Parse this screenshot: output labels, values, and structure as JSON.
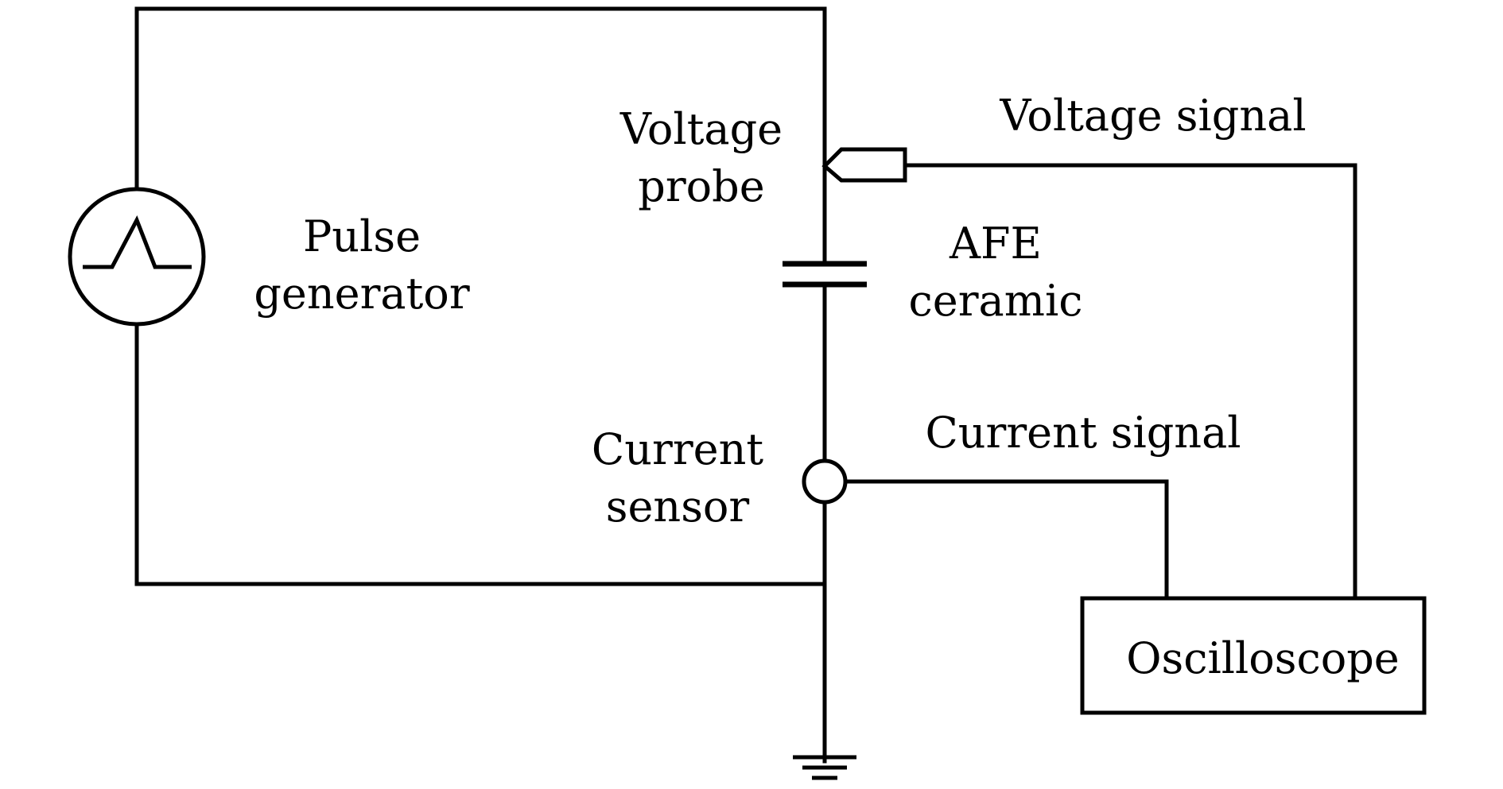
{
  "diagram": {
    "type": "circuit-schematic",
    "colors": {
      "line": "#000000",
      "background": "#ffffff"
    },
    "components": {
      "pulse_generator": {
        "label_line1": "Pulse",
        "label_line2": "generator",
        "symbol": "pulse-source-icon"
      },
      "voltage_probe": {
        "label_line1": "Voltage",
        "label_line2": "probe",
        "symbol": "probe-icon"
      },
      "afe_ceramic": {
        "label_line1": "AFE",
        "label_line2": "ceramic",
        "symbol": "capacitor-icon"
      },
      "current_sensor": {
        "label_line1": "Current",
        "label_line2": "sensor",
        "symbol": "circle-sensor-icon"
      },
      "oscilloscope": {
        "label": "Oscilloscope"
      },
      "ground": {
        "symbol": "ground-icon"
      }
    },
    "signals": {
      "voltage": "Voltage signal",
      "current": "Current signal"
    }
  }
}
